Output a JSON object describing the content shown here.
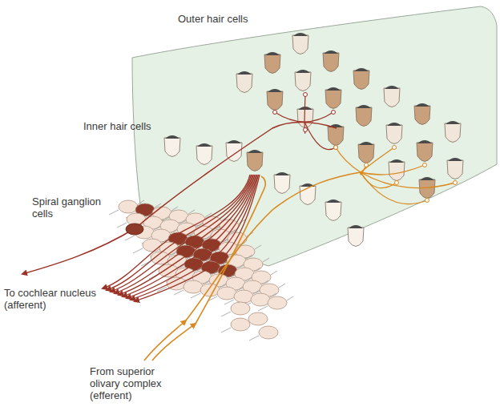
{
  "diagram": {
    "labels": [
      "Outer hair cells",
      "Inner hair cells",
      "Spiral ganglion cells",
      "To cochlear nucleus (afferent)",
      "From superior olivary complex (efferent)"
    ]
  }
}
